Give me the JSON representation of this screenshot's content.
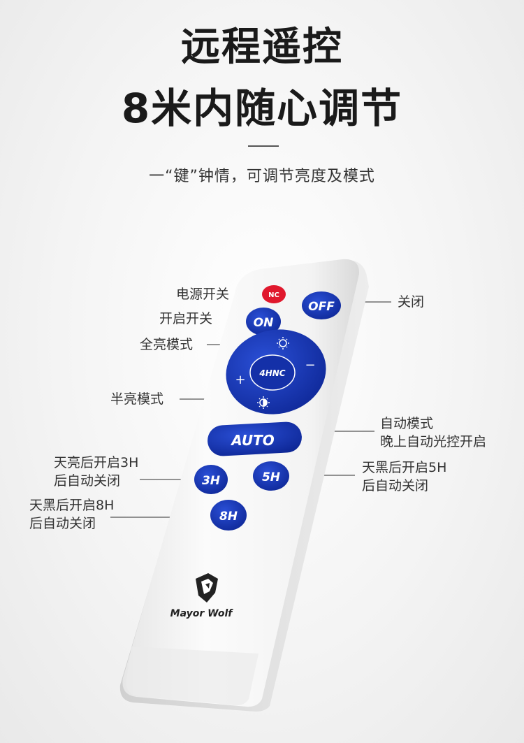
{
  "headline": {
    "line1": "远程遥控",
    "line2": "8米内随心调节"
  },
  "subtitle": "一“键”钟情，可调节亮度及模式",
  "remote": {
    "nc": "NC",
    "on": "ON",
    "off": "OFF",
    "center": "4HNC",
    "plus": "+",
    "minus": "−",
    "auto": "AUTO",
    "b3h": "3H",
    "b5h": "5H",
    "b8h": "8H",
    "brand": "Mayor Wolf",
    "sun_full_icon": "sun-bright-icon",
    "sun_half_icon": "sun-half-icon",
    "logo_icon": "wolf-logo-icon"
  },
  "callouts": {
    "power": "电源开关",
    "off": "关闭",
    "on": "开启开关",
    "full": "全亮模式",
    "half": "半亮模式",
    "auto_1": "自动模式",
    "auto_2": "晚上自动光控开启",
    "h3_1": "天亮后开启3H",
    "h3_2": "后自动关闭",
    "h5_1": "天黑后开启5H",
    "h5_2": "后自动关闭",
    "h8_1": "天黑后开启8H",
    "h8_2": "后自动关闭"
  },
  "colors": {
    "button_blue": "#1533b8",
    "nc_red": "#e0182d",
    "remote_white": "#f7f7f7"
  }
}
